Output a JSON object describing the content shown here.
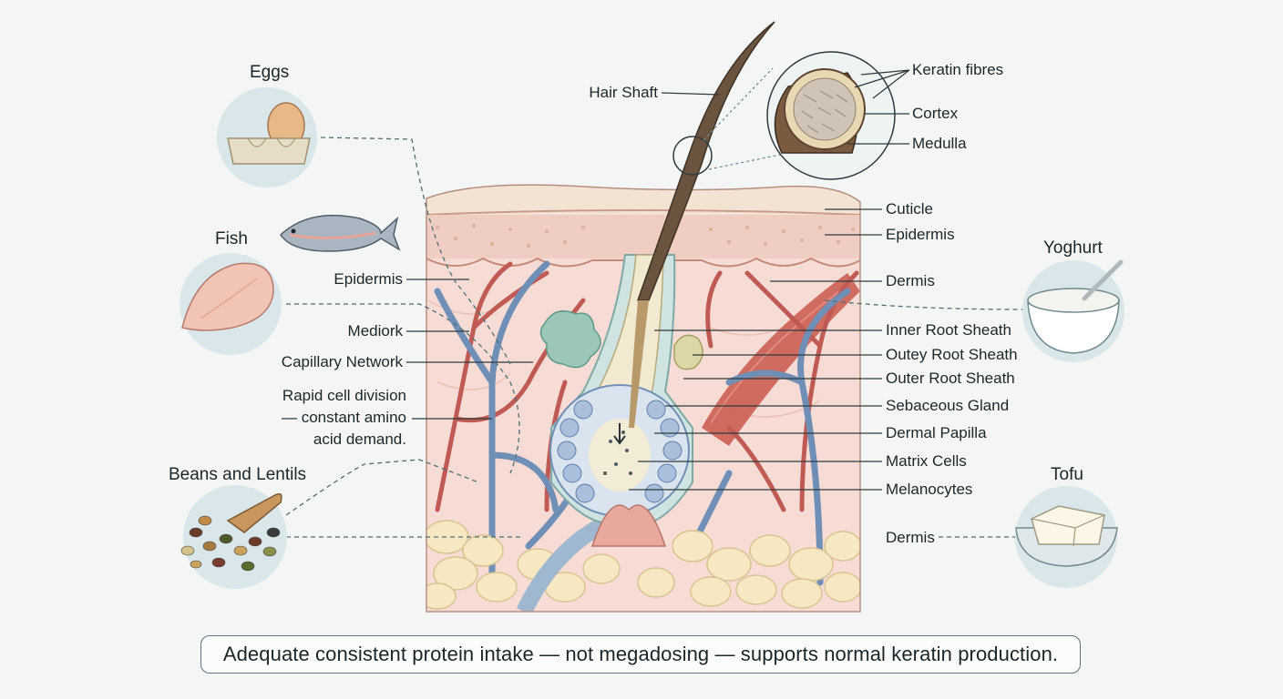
{
  "foods": {
    "eggs": "Eggs",
    "fish": "Fish",
    "beans": "Beans and Lentils",
    "yoghurt": "Yoghurt",
    "tofu": "Tofu"
  },
  "labels": {
    "hair_shaft": "Hair Shaft",
    "keratin_fibres": "Keratin fibres",
    "cortex": "Cortex",
    "medulla": "Medulla",
    "cuticle": "Cuticle",
    "epidermis_right": "Epidermis",
    "dermis_top": "Dermis",
    "inner_root_sheath": "Inner Root Sheath",
    "outey_root_sheath": "Outey Root Sheath",
    "outer_root_sheath": "Outer Root Sheath",
    "sebaceous_gland": "Sebaceous Gland",
    "dermal_papilla": "Dermal Papilla",
    "matrix_cells": "Matrix Cells",
    "melanocytes": "Melanocytes",
    "dermis_bottom": "Dermis",
    "epidermis_left": "Epidermis",
    "mediork": "Mediork",
    "capillary_network": "Capillary Network"
  },
  "note": {
    "line1": "Rapid cell division",
    "line2": "— constant amino",
    "line3": "acid demand."
  },
  "footer": "Adequate consistent protein intake — not megadosing — supports normal keratin production."
}
